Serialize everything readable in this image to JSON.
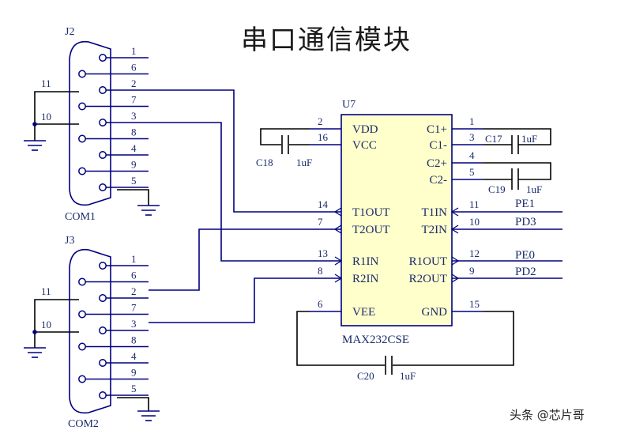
{
  "title": "串口通信模块",
  "watermark": "头条 @芯片哥",
  "chip": {
    "ref": "U7",
    "part": "MAX232CSE",
    "left_pins": [
      {
        "num": "2",
        "name": "VDD"
      },
      {
        "num": "16",
        "name": "VCC"
      },
      {
        "num": "14",
        "name": "T1OUT"
      },
      {
        "num": "7",
        "name": "T2OUT"
      },
      {
        "num": "13",
        "name": "R1IN"
      },
      {
        "num": "8",
        "name": "R2IN"
      },
      {
        "num": "6",
        "name": "VEE"
      }
    ],
    "right_pins": [
      {
        "num": "1",
        "name": "C1+"
      },
      {
        "num": "3",
        "name": "C1-"
      },
      {
        "num": "4",
        "name": "C2+"
      },
      {
        "num": "5",
        "name": "C2-"
      },
      {
        "num": "11",
        "name": "T1IN"
      },
      {
        "num": "10",
        "name": "T2IN"
      },
      {
        "num": "12",
        "name": "R1OUT"
      },
      {
        "num": "9",
        "name": "R2OUT"
      },
      {
        "num": "15",
        "name": "GND"
      }
    ],
    "nets": [
      {
        "pin": "11",
        "label": "PE1"
      },
      {
        "pin": "10",
        "label": "PD3"
      },
      {
        "pin": "12",
        "label": "PE0"
      },
      {
        "pin": "9",
        "label": "PD2"
      }
    ]
  },
  "connectors": [
    {
      "ref": "J2",
      "name": "COM1",
      "pins": [
        "1",
        "6",
        "2",
        "7",
        "3",
        "8",
        "4",
        "9",
        "5"
      ],
      "shield_pins": [
        "11",
        "10"
      ]
    },
    {
      "ref": "J3",
      "name": "COM2",
      "pins": [
        "1",
        "6",
        "2",
        "7",
        "3",
        "8",
        "4",
        "9",
        "5"
      ],
      "shield_pins": [
        "11",
        "10"
      ]
    }
  ],
  "capacitors": [
    {
      "ref": "C18",
      "value": "1uF"
    },
    {
      "ref": "C17",
      "value": "1uF"
    },
    {
      "ref": "C19",
      "value": "1uF"
    },
    {
      "ref": "C20",
      "value": "1uF"
    }
  ],
  "colors": {
    "wire": "#000080",
    "chip_fill": "#ffffcc",
    "text": "#1a2a6b"
  }
}
